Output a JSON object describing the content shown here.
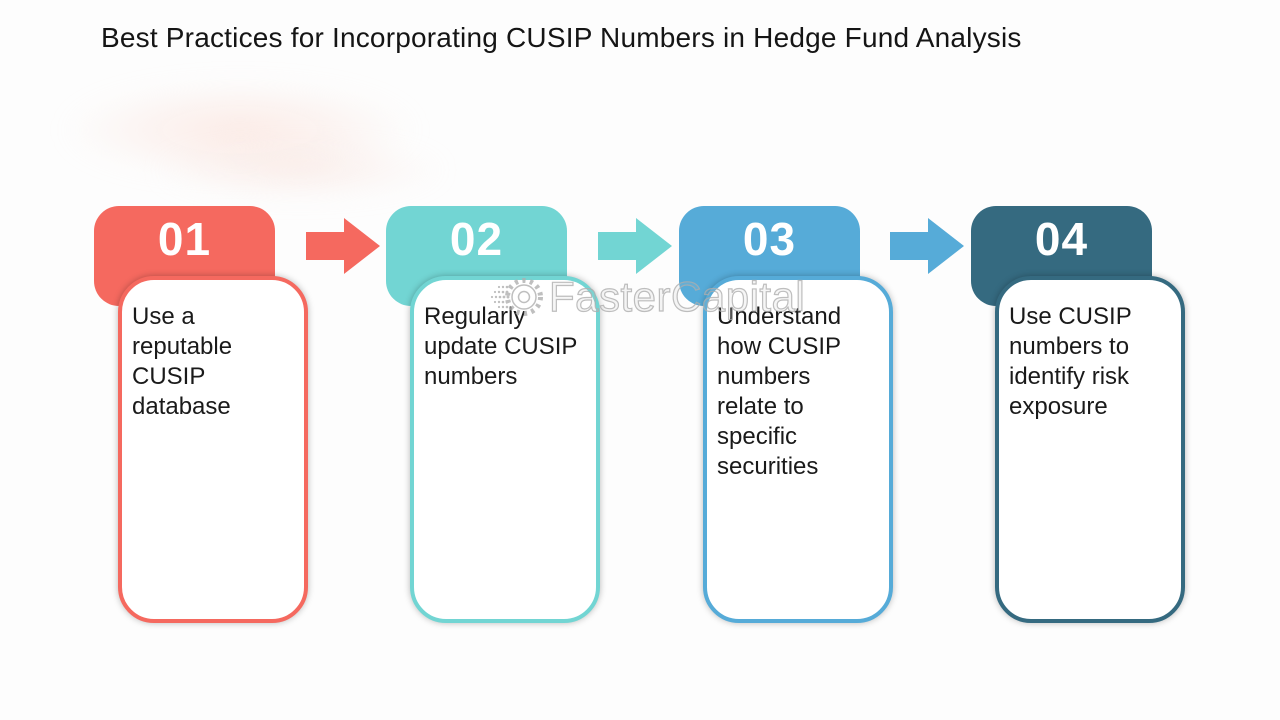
{
  "title": "Best Practices for Incorporating CUSIP Numbers in Hedge Fund Analysis",
  "watermark": {
    "text": "FasterCapital"
  },
  "steps": [
    {
      "number": "01",
      "text": "Use a\nreputable\nCUSIP\ndatabase",
      "color": "#f5695f"
    },
    {
      "number": "02",
      "text": "Regularly\nupdate CUSIP\nnumbers",
      "color": "#72d5d3"
    },
    {
      "number": "03",
      "text": "Understand\nhow CUSIP\nnumbers\nrelate to\nspecific\nsecurities",
      "color": "#56abd8"
    },
    {
      "number": "04",
      "text": "Use CUSIP\nnumbers to\nidentify risk\nexposure",
      "color": "#356a80"
    }
  ],
  "arrows": [
    {
      "color": "#f5695f"
    },
    {
      "color": "#72d5d3"
    },
    {
      "color": "#56abd8"
    }
  ]
}
